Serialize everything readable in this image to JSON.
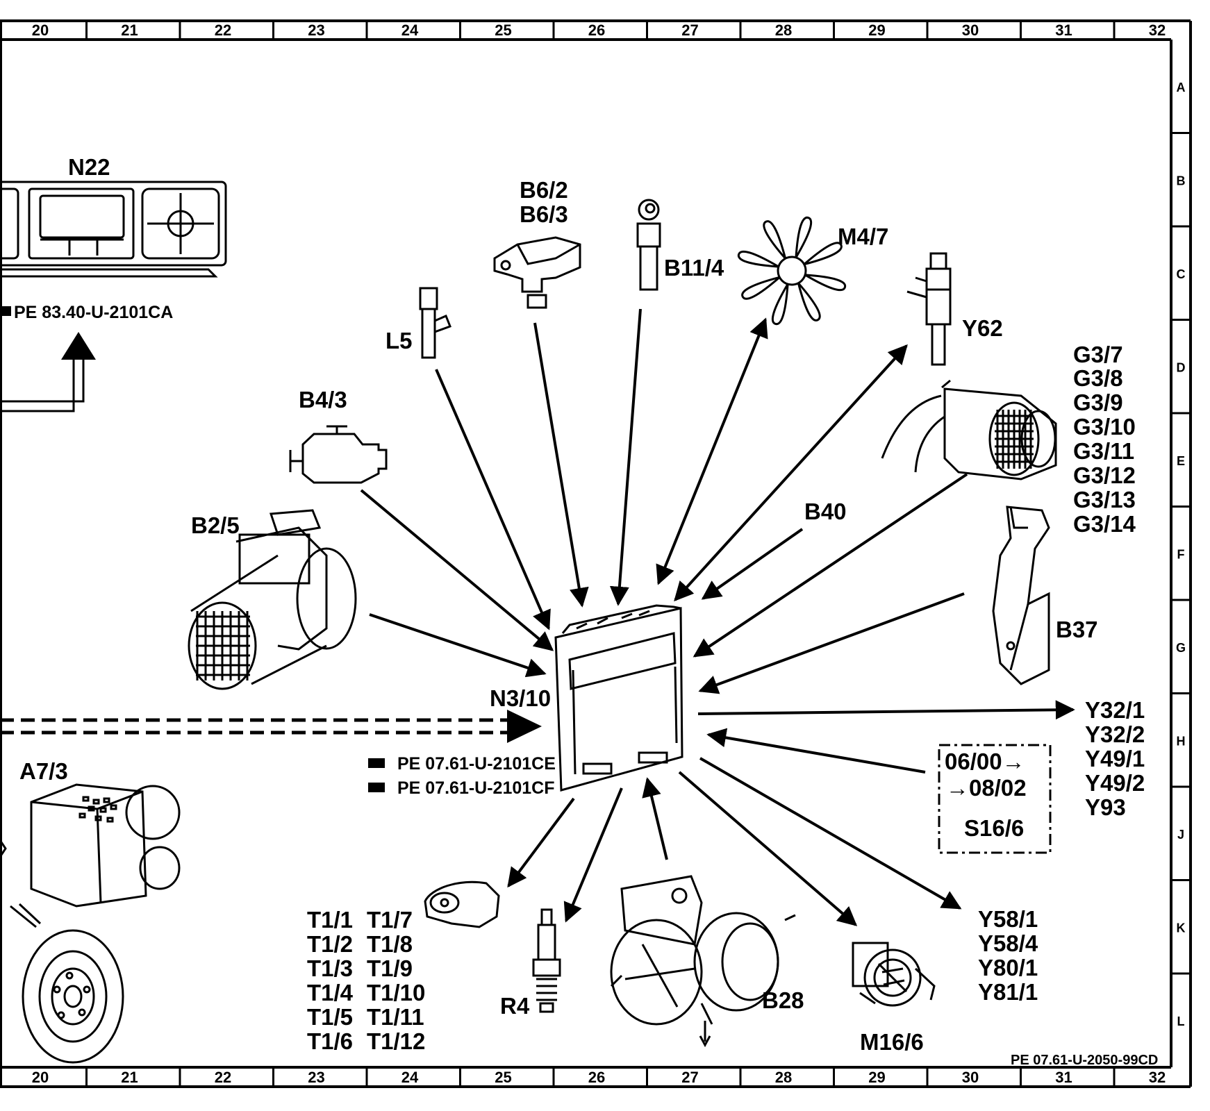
{
  "border": {
    "column_numbers": [
      "20",
      "21",
      "22",
      "23",
      "24",
      "25",
      "26",
      "27",
      "28",
      "29",
      "30",
      "31",
      "32"
    ],
    "row_letters": [
      "A",
      "B",
      "C",
      "D",
      "E",
      "F",
      "G",
      "H",
      "J",
      "K",
      "L"
    ]
  },
  "components": {
    "n22": "N22",
    "b6_2": "B6/2",
    "b6_3": "B6/3",
    "b11_4": "B11/4",
    "m4_7": "M4/7",
    "l5": "L5",
    "y62": "Y62",
    "b4_3": "B4/3",
    "b2_5": "B2/5",
    "b40": "B40",
    "b37": "B37",
    "n3_10": "N3/10",
    "a7_3": "A7/3",
    "r4": "R4",
    "b28": "B28",
    "m16_6": "M16/6",
    "s16_6": "S16/6",
    "g3": [
      "G3/7",
      "G3/8",
      "G3/9",
      "G3/10",
      "G3/11",
      "G3/12",
      "G3/13",
      "G3/14"
    ],
    "y_upper": [
      "Y32/1",
      "Y32/2",
      "Y49/1",
      "Y49/2",
      "Y93"
    ],
    "y_lower": [
      "Y58/1",
      "Y58/4",
      "Y80/1",
      "Y81/1"
    ],
    "t_col1": [
      "T1/1",
      "T1/2",
      "T1/3",
      "T1/4",
      "T1/5",
      "T1/6"
    ],
    "t_col2": [
      "T1/7",
      "T1/8",
      "T1/9",
      "T1/10",
      "T1/11",
      "T1/12"
    ]
  },
  "date_range": {
    "from": "06/00→",
    "to": "→08/02"
  },
  "references": {
    "n22_ref": "PE 83.40-U-2101CA",
    "n3_ref1": "PE 07.61-U-2101CE",
    "n3_ref2": "PE 07.61-U-2101CF",
    "drawing_id": "PE 07.61-U-2050-99CD"
  }
}
